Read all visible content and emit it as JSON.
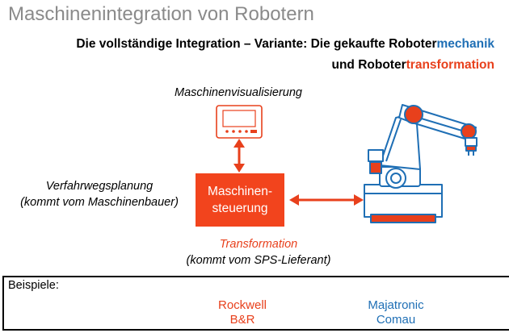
{
  "title": "Maschinenintegration von Robotern",
  "subtitle": {
    "line1_prefix": "Die vollständige Integration – Variante: Die gekaufte Roboter",
    "line1_highlight": "mechanik",
    "line2_prefix": "und Roboter",
    "line2_highlight": "transformation"
  },
  "diagram": {
    "visualization_label": "Maschinenvisualisierung",
    "path_planning_line1": "Verfahrwegsplanung",
    "path_planning_line2": "(kommt vom Maschinenbauer)",
    "controller_line1": "Maschinen-",
    "controller_line2": "steuerung",
    "transformation_title": "Transformation",
    "transformation_source": "(kommt vom SPS-Lieferant)"
  },
  "examples": {
    "label": "Beispiele:",
    "red_vendors": [
      "Rockwell",
      "B&R"
    ],
    "blue_vendors": [
      "Majatronic",
      "Comau"
    ]
  },
  "colors": {
    "accent_red": "#f2441d",
    "accent_blue": "#1f6fb5",
    "title_gray": "#8a8a8a"
  }
}
